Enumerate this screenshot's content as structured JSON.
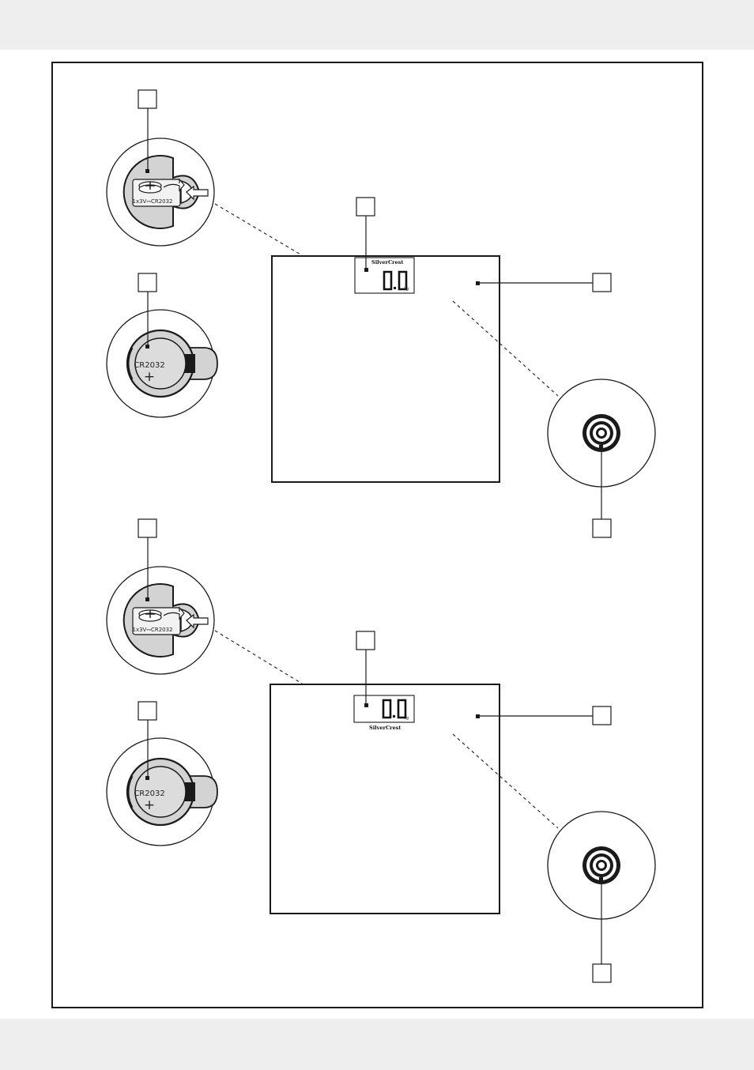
{
  "battery": {
    "top_label": "1x3V",
    "model": "CR2032",
    "plus": "+"
  },
  "scale": {
    "brand": "SilverCrest",
    "reading": "0.0",
    "unit": "kg"
  },
  "colors": {
    "battery_fill": "#d3d3d3",
    "outline": "#1a1a1a",
    "band": "#eeeeee"
  }
}
